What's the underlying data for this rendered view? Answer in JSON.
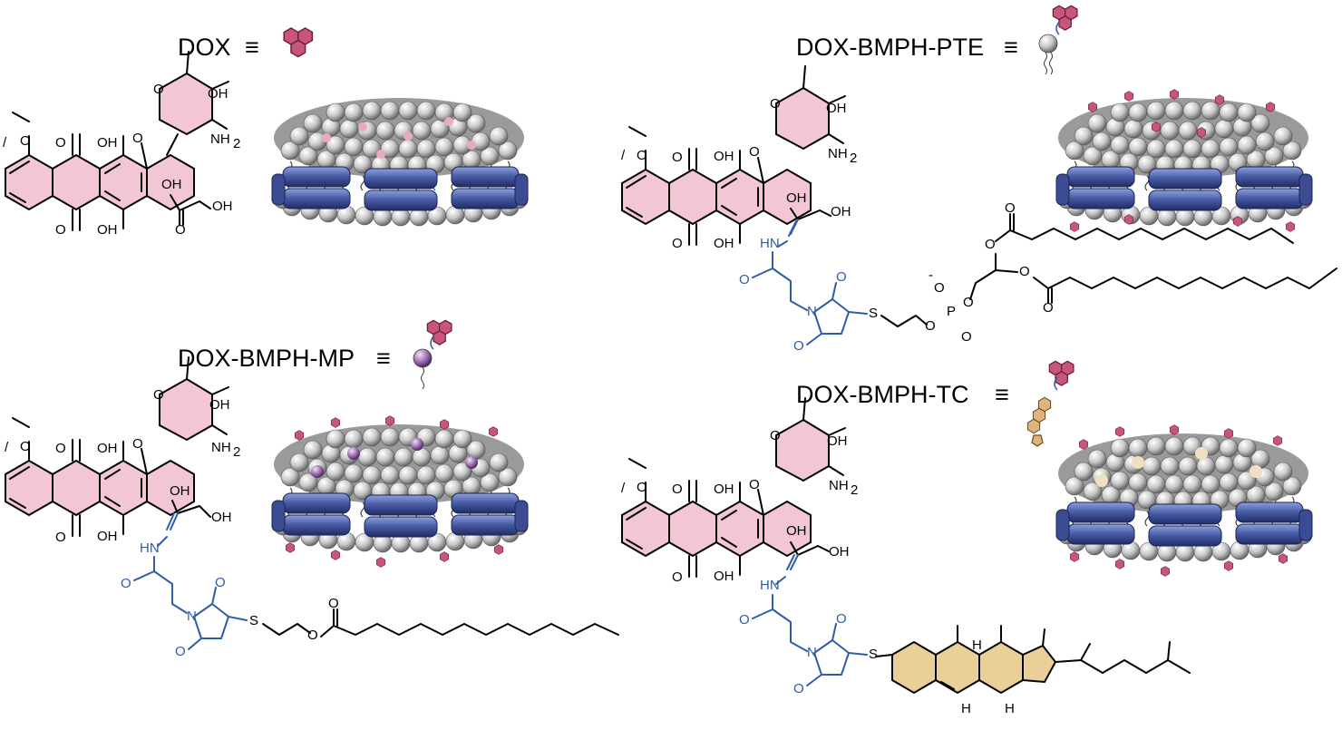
{
  "colors": {
    "dox_pink": "#c8567a",
    "ring_fill": "#f2c6d6",
    "linker_blue": "#2f5da8",
    "belt_blue": "#4a5fa8",
    "bead_gray": "#c9c9c9",
    "mp_purple": "#9a6bb0",
    "steroid_tan": "#e9cf98"
  },
  "panels": [
    {
      "id": "dox",
      "label": "DOX",
      "equiv": "≡",
      "icon": "dox-glyph"
    },
    {
      "id": "pte",
      "label": "DOX-BMPH-PTE",
      "equiv": "≡",
      "icon": "lipid-tail-glyph"
    },
    {
      "id": "mp",
      "label": "DOX-BMPH-MP",
      "equiv": "≡",
      "icon": "purple-bead-glyph"
    },
    {
      "id": "tc",
      "label": "DOX-BMPH-TC",
      "equiv": "≡",
      "icon": "cholesterol-glyph"
    }
  ],
  "atoms": {
    "methoxy": "O",
    "ketone": "O",
    "oh": "OH",
    "nh2": "NH",
    "nh2_sub": "2",
    "ring_o": "O",
    "n": "N",
    "hn": "HN",
    "s": "S",
    "p": "P",
    "h": "H",
    "minus": "-"
  }
}
